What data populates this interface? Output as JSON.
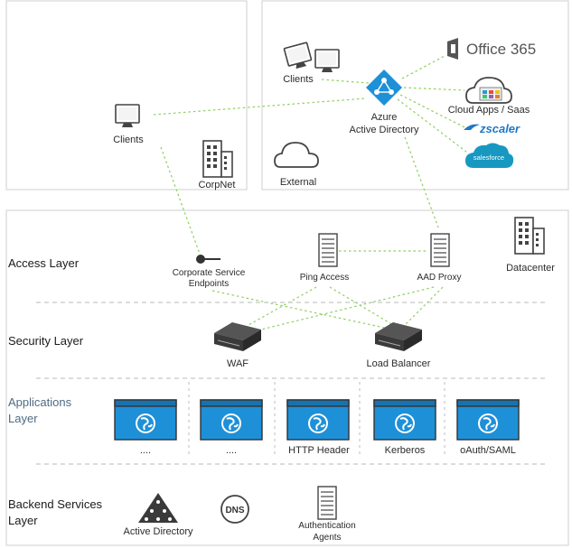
{
  "corp_box": {
    "clients_label": "Clients",
    "corpnet_label": "CorpNet"
  },
  "external_box": {
    "clients_label": "Clients",
    "azure_label_line1": "Azure",
    "azure_label_line2": "Active Directory",
    "external_label": "External",
    "office365_label": "Office 365",
    "cloud_apps_label": "Cloud Apps / Saas",
    "zscaler_label": "zscaler",
    "salesforce_label": "salesforce"
  },
  "datacenter": {
    "datacenter_label": "Datacenter",
    "layers": {
      "access": "Access Layer",
      "security": "Security Layer",
      "applications_line1": "Applications",
      "applications_line2": "Layer",
      "backend_line1": "Backend Services",
      "backend_line2": "Layer"
    },
    "access_items": {
      "endpoints_line1": "Corporate Service",
      "endpoints_line2": "Endpoints",
      "ping_access": "Ping Access",
      "aad_proxy": "AAD Proxy"
    },
    "security_items": {
      "waf": "WAF",
      "load_balancer": "Load Balancer"
    },
    "applications": [
      {
        "label": "...."
      },
      {
        "label": "...."
      },
      {
        "label": "HTTP Header"
      },
      {
        "label": "Kerberos"
      },
      {
        "label": "oAuth/SAML"
      }
    ],
    "backend_items": {
      "active_directory": "Active Directory",
      "dns": "DNS",
      "auth_line1": "Authentication",
      "auth_line2": "Agents"
    }
  },
  "colors": {
    "accent_blue": "#1e90d8",
    "link_green": "#8ccf5e",
    "dark_icon": "#3a3a3a",
    "salesforce": "#1798c1"
  }
}
